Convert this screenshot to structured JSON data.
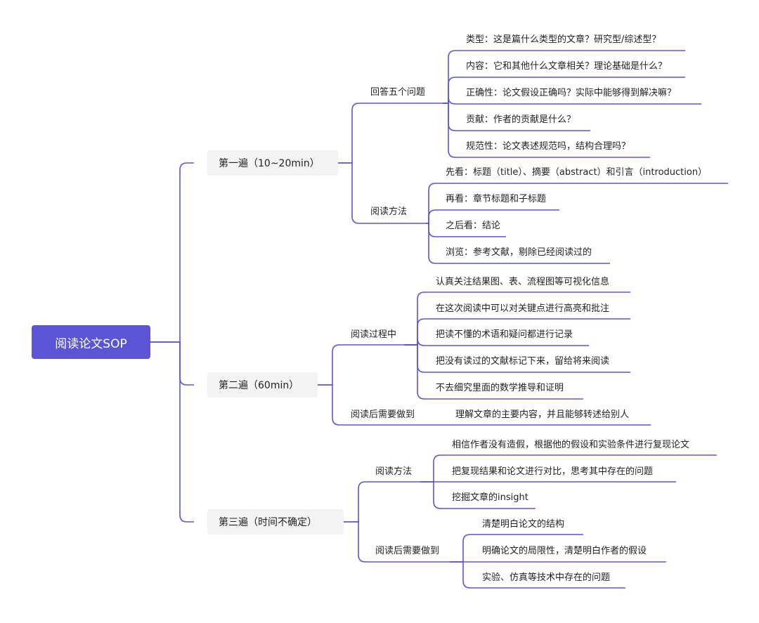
{
  "root": "阅读论文SOP",
  "passes": [
    {
      "title": "第一遍（10~20min）",
      "groups": [
        {
          "label": "回答五个问题",
          "items": [
            "类型：这是篇什么类型的文章？研究型/综述型？",
            "内容：它和其他什么文章相关？理论基础是什么？",
            "正确性：论文假设正确吗？实际中能够得到解决嘛？",
            "贡献：作者的贡献是什么？",
            "规范性：论文表述规范吗，结构合理吗？"
          ]
        },
        {
          "label": "阅读方法",
          "items": [
            "先看：标题（title）、摘要（abstract）和引言（introduction）",
            "再看：章节标题和子标题",
            "之后看：结论",
            "浏览：参考文献，剔除已经阅读过的"
          ]
        }
      ]
    },
    {
      "title": "第二遍（60min）",
      "groups": [
        {
          "label": "阅读过程中",
          "items": [
            "认真关注结果图、表、流程图等可视化信息",
            "在这次阅读中可以对关键点进行高亮和批注",
            "把读不懂的术语和疑问都进行记录",
            "把没有读过的文献标记下来，留给将来阅读",
            "不去细究里面的数学推导和证明"
          ]
        },
        {
          "label": "阅读后需要做到",
          "items": [
            "理解文章的主要内容，并且能够转述给别人"
          ]
        }
      ]
    },
    {
      "title": "第三遍（时间不确定）",
      "groups": [
        {
          "label": "阅读方法",
          "items": [
            "相信作者没有造假，根据他的假设和实验条件进行复现论文",
            "把复现结果和论文进行对比，思考其中存在的问题",
            "挖掘文章的insight"
          ]
        },
        {
          "label": "阅读后需要做到",
          "items": [
            "清楚明白论文的结构",
            "明确论文的局限性，清楚明白作者的假设",
            "实验、仿真等技术中存在的问题"
          ]
        }
      ]
    }
  ],
  "colors": {
    "accent": "#5b55d6",
    "pass_bg": "#f3f3f3",
    "text": "#222222"
  }
}
